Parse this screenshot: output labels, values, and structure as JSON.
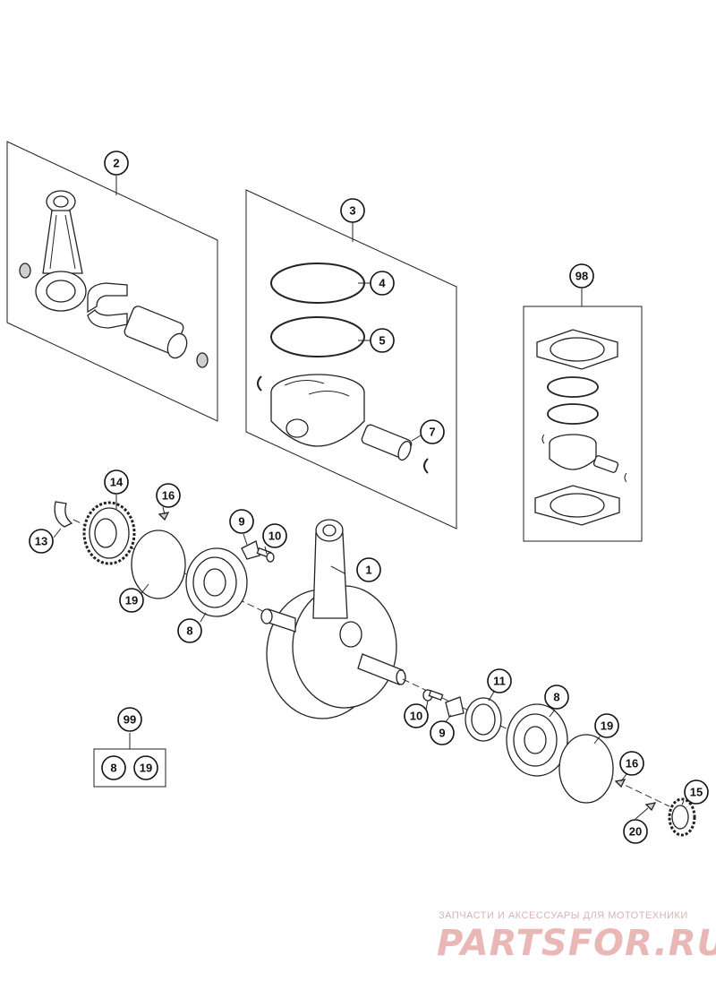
{
  "callouts": {
    "c1": "1",
    "c2": "2",
    "c3": "3",
    "c4": "4",
    "c5": "5",
    "c7": "7",
    "c8a": "8",
    "c8b": "8",
    "c9a": "9",
    "c9b": "9",
    "c10a": "10",
    "c10b": "10",
    "c11": "11",
    "c13": "13",
    "c14": "14",
    "c15": "15",
    "c16a": "16",
    "c16b": "16",
    "c19a": "19",
    "c19b": "19",
    "c20": "20",
    "c98": "98",
    "c99": "99",
    "kit99_a": "8",
    "kit99_b": "19"
  },
  "watermark": {
    "caption": "ЗАПЧАСТИ И АКСЕССУАРЫ ДЛЯ МОТОТЕХНИКИ",
    "logo": "PARTSFOR.RU"
  },
  "colors": {
    "line": "#222222",
    "watermark": "#eab7b7"
  }
}
